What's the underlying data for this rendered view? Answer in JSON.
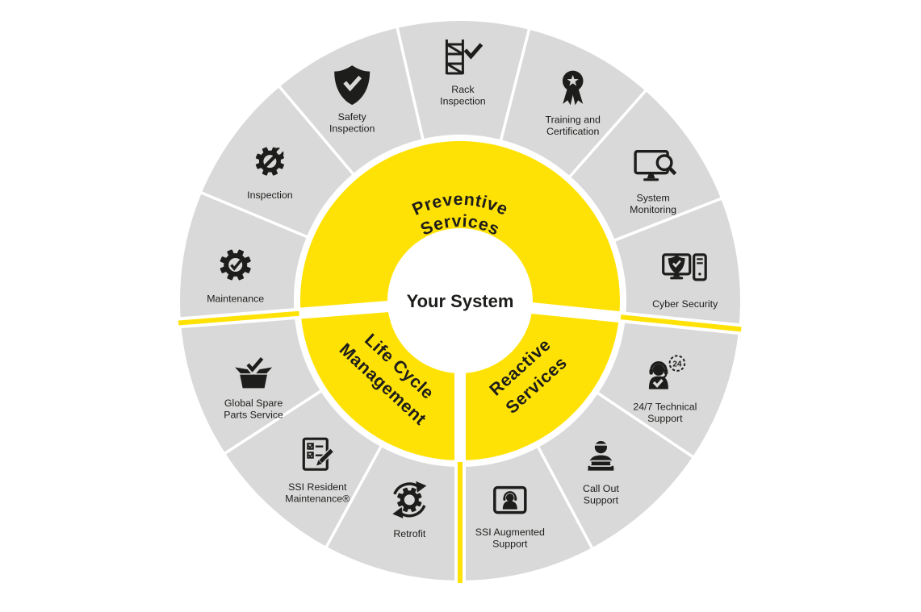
{
  "colors": {
    "yellow": "#ffe205",
    "gray": "#d9d9d9",
    "ink": "#1d1d1b",
    "background": "#ffffff"
  },
  "center": {
    "label": "Your System"
  },
  "icon_text": {
    "badge_24": "24"
  },
  "sections": [
    {
      "id": "preventive-services",
      "title_lines": [
        "Preventive",
        "Services"
      ],
      "segments": [
        {
          "label_lines": [
            "Maintenance"
          ],
          "icon": "gear-check"
        },
        {
          "label_lines": [
            "Inspection"
          ],
          "icon": "gear-wrench"
        },
        {
          "label_lines": [
            "Safety",
            "Inspection"
          ],
          "icon": "shield-check"
        },
        {
          "label_lines": [
            "Rack",
            "Inspection"
          ],
          "icon": "rack-check"
        },
        {
          "label_lines": [
            "Training and",
            "Certification"
          ],
          "icon": "award-ribbon"
        },
        {
          "label_lines": [
            "System",
            "Monitoring"
          ],
          "icon": "monitor-magnifier"
        },
        {
          "label_lines": [
            "Cyber Security"
          ],
          "icon": "monitor-shield"
        }
      ]
    },
    {
      "id": "reactive-services",
      "title_lines": [
        "Reactive",
        "Services"
      ],
      "segments": [
        {
          "label_lines": [
            "24/7 Technical",
            "Support"
          ],
          "icon": "headset-24"
        },
        {
          "label_lines": [
            "Call Out",
            "Support"
          ],
          "icon": "person-wrench"
        },
        {
          "label_lines": [
            "SSI Augmented",
            "Support"
          ],
          "icon": "tablet-support"
        }
      ]
    },
    {
      "id": "life-cycle-management",
      "title_lines": [
        "Life Cycle",
        "Management"
      ],
      "segments": [
        {
          "label_lines": [
            "Retrofit"
          ],
          "icon": "gear-arrows"
        },
        {
          "label_lines": [
            "SSI Resident",
            "Maintenance®"
          ],
          "icon": "clipboard-pencil"
        },
        {
          "label_lines": [
            "Global Spare",
            "Parts Service"
          ],
          "icon": "box-check"
        }
      ]
    }
  ]
}
